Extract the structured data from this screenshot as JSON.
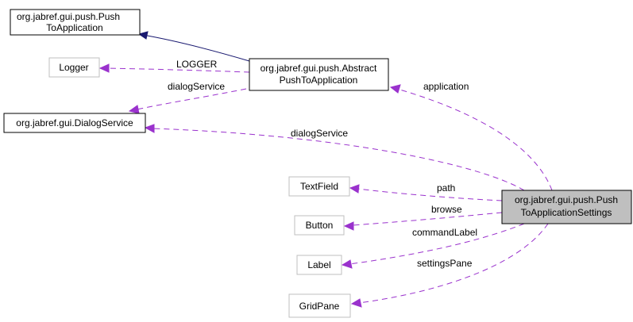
{
  "nodes": {
    "push_to_application": {
      "lines": [
        "org.jabref.gui.push.Push",
        "ToApplication"
      ]
    },
    "logger": {
      "lines": [
        "Logger"
      ]
    },
    "abstract_push": {
      "lines": [
        "org.jabref.gui.push.Abstract",
        "PushToApplication"
      ]
    },
    "dialog_service": {
      "lines": [
        "org.jabref.gui.DialogService"
      ]
    },
    "text_field": {
      "lines": [
        "TextField"
      ]
    },
    "button": {
      "lines": [
        "Button"
      ]
    },
    "label": {
      "lines": [
        "Label"
      ]
    },
    "grid_pane": {
      "lines": [
        "GridPane"
      ]
    },
    "settings": {
      "lines": [
        "org.jabref.gui.push.Push",
        "ToApplicationSettings"
      ]
    }
  },
  "edges": {
    "logger": "LOGGER",
    "dialog_service_abstract": "dialogService",
    "application": "application",
    "dialog_service_settings": "dialogService",
    "path": "path",
    "browse": "browse",
    "command_label": "commandLabel",
    "settings_pane": "settingsPane"
  },
  "colors": {
    "dependency": "#9a32cd",
    "inheritance": "#191970",
    "focus_fill": "#bfbfbf",
    "external_border": "#bfbfbf"
  }
}
